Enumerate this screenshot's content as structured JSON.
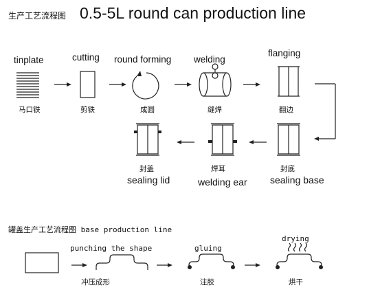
{
  "title": {
    "chinese": "生产工艺流程图",
    "english": "0.5-5L round can production line"
  },
  "steps": [
    {
      "en": "tinplate",
      "cn": "马口铁"
    },
    {
      "en": "cutting",
      "cn": "剪铁"
    },
    {
      "en": "round forming",
      "cn": "成圆"
    },
    {
      "en": "welding",
      "cn": "缝焊"
    },
    {
      "en": "flanging",
      "cn": "翻边"
    },
    {
      "en": "sealing base",
      "cn": "封底"
    },
    {
      "en": "welding ear",
      "cn": "焊耳"
    },
    {
      "en": "sealing lid",
      "cn": "封盖"
    }
  ],
  "base_line": {
    "title": "罐盖生产工艺流程图 base production line",
    "steps": [
      {
        "en": "punching the shape",
        "cn": "冲压成形"
      },
      {
        "en": "gluing",
        "cn": "注胶"
      },
      {
        "en": "drying",
        "cn": "烘干"
      }
    ]
  }
}
